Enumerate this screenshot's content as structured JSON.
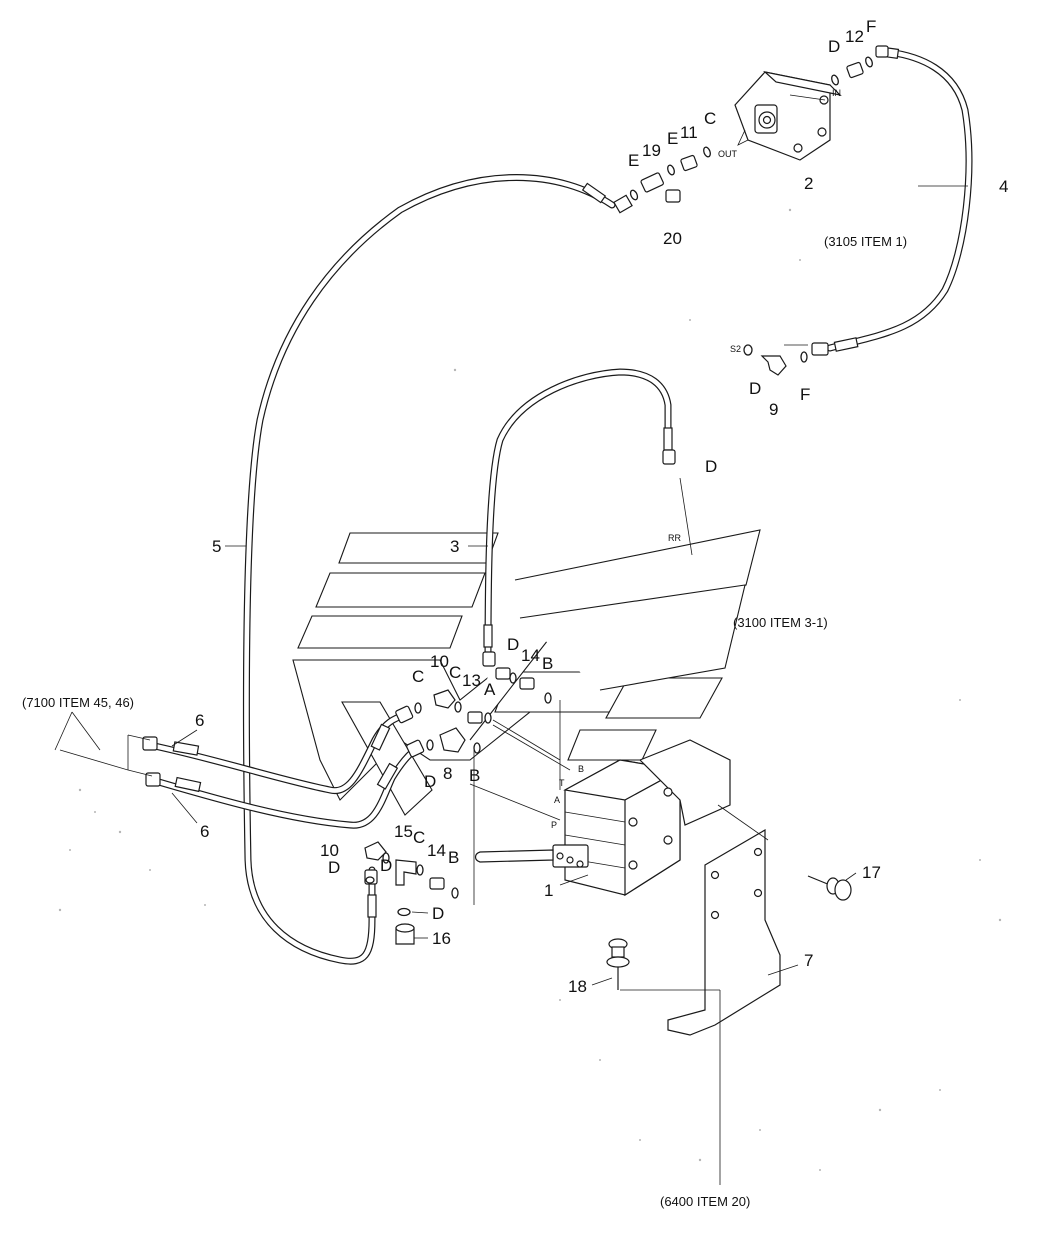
{
  "callouts": {
    "item_1": "1",
    "item_2": "2",
    "item_3": "3",
    "item_4": "4",
    "item_5": "5",
    "item_6a": "6",
    "item_6b": "6",
    "item_7": "7",
    "item_8": "8",
    "item_9": "9",
    "item_10a": "10",
    "item_10b": "10",
    "item_11": "11",
    "item_12": "12",
    "item_13": "13",
    "item_14a": "14",
    "item_14b": "14",
    "item_15": "15",
    "item_16": "16",
    "item_17": "17",
    "item_18": "18",
    "item_19": "19",
    "item_20": "20"
  },
  "letters": {
    "pump_d": "D",
    "pump_f": "F",
    "pump_c": "C",
    "pump_e1": "E",
    "pump_e2": "E",
    "elbow9_d": "D",
    "elbow9_f": "F",
    "panel_d": "D",
    "valve_d": "D",
    "valve_b": "B",
    "valve_a": "A",
    "valve_c1": "C",
    "valve_c2": "C",
    "valve_d2": "D",
    "valve_b2": "B",
    "lower_d1": "D",
    "lower_c": "C",
    "lower_b": "B",
    "lower_d2": "D"
  },
  "port_marks": {
    "pump_in": "IN",
    "pump_out": "OUT",
    "s2": "S2",
    "rr": "RR",
    "port_t": "T",
    "port_a": "A",
    "port_b": "B",
    "port_p": "P"
  },
  "references": {
    "ref_3105": "(3105 ITEM 1)",
    "ref_3100": "(3100 ITEM 3-1)",
    "ref_7100": "(7100 ITEM 45, 46)",
    "ref_6400": "(6400 ITEM 20)"
  }
}
